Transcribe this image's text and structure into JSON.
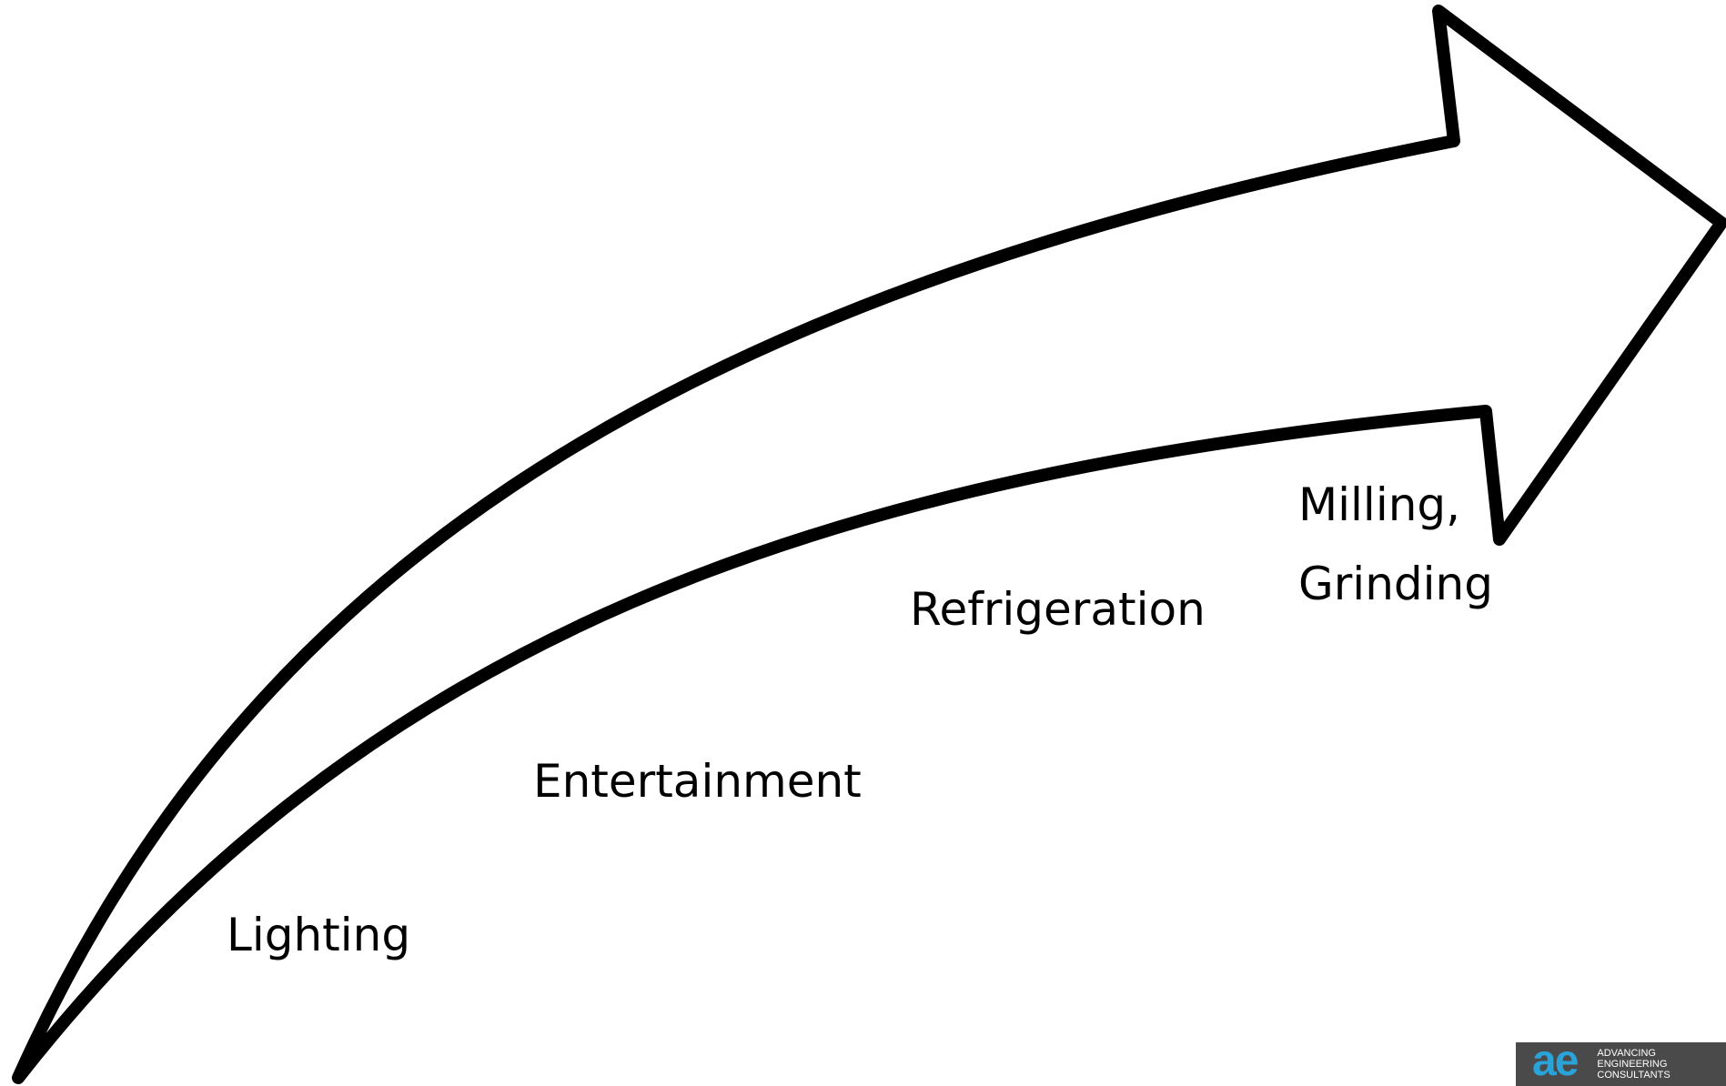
{
  "diagram": {
    "stages": [
      {
        "label": "Lighting"
      },
      {
        "label": "Entertainment"
      },
      {
        "label": "Refrigeration"
      },
      {
        "label_lines": [
          "Milling,",
          "Grinding"
        ]
      }
    ],
    "arrow": {
      "stroke": "#000000",
      "fill": "#ffffff"
    }
  },
  "logo": {
    "mark": "ae",
    "lines": [
      "ADVANCING",
      "ENGINEERING",
      "CONSULTANTS"
    ],
    "mark_color": "#2aa3d9",
    "background": "#4a4a4a"
  }
}
